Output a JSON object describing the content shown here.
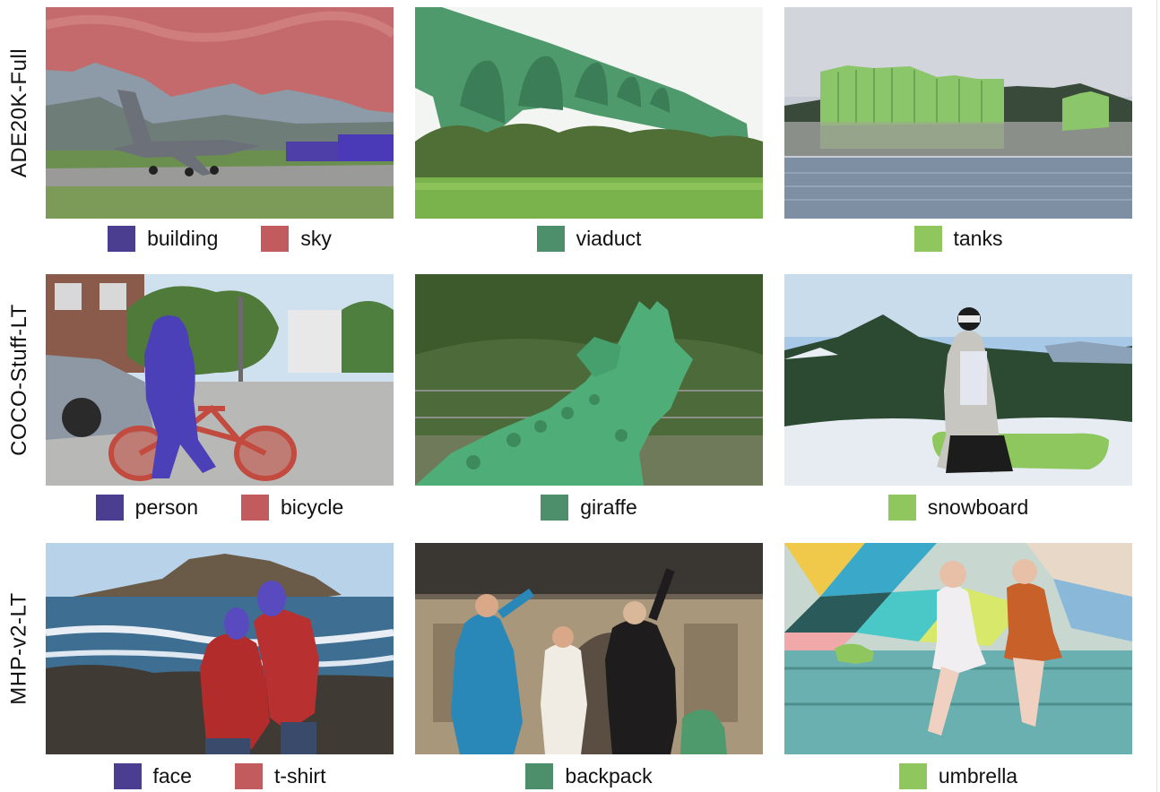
{
  "rows": [
    {
      "label": "ADE20K-Full"
    },
    {
      "label": "COCO-Stuff-LT"
    },
    {
      "label": "MHP-v2-LT"
    }
  ],
  "colors": {
    "purple": "#4b3d8f",
    "red": "#c15b5e",
    "teal": "#4d8f6a",
    "lightgreen": "#8fc75e"
  },
  "panels": [
    {
      "legend": [
        {
          "text": "building",
          "color": "#4b3d8f"
        },
        {
          "text": "sky",
          "color": "#c15b5e"
        }
      ]
    },
    {
      "legend": [
        {
          "text": "viaduct",
          "color": "#4d8f6a"
        }
      ]
    },
    {
      "legend": [
        {
          "text": "tanks",
          "color": "#8fc75e"
        }
      ]
    },
    {
      "legend": [
        {
          "text": "person",
          "color": "#4b3d8f"
        },
        {
          "text": "bicycle",
          "color": "#c15b5e"
        }
      ]
    },
    {
      "legend": [
        {
          "text": "giraffe",
          "color": "#4d8f6a"
        }
      ]
    },
    {
      "legend": [
        {
          "text": "snowboard",
          "color": "#8fc75e"
        }
      ]
    },
    {
      "legend": [
        {
          "text": "face",
          "color": "#4b3d8f"
        },
        {
          "text": "t-shirt",
          "color": "#c15b5e"
        }
      ]
    },
    {
      "legend": [
        {
          "text": "backpack",
          "color": "#4d8f6a"
        }
      ]
    },
    {
      "legend": [
        {
          "text": "umbrella",
          "color": "#8fc75e"
        }
      ]
    }
  ]
}
